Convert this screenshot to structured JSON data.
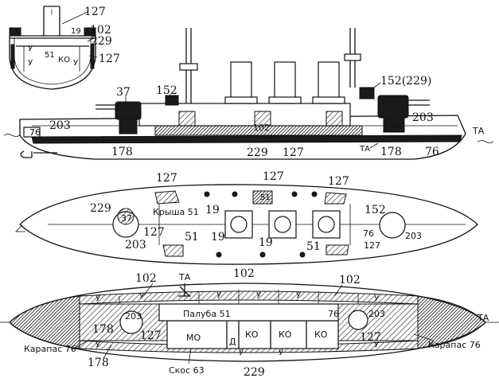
{
  "section": {
    "labels": {
      "a127": "127",
      "a19": "19",
      "a102": "102",
      "a229": "229",
      "a51": "51",
      "ko": "КО",
      "u1": "У",
      "u2": "У",
      "u3": "У",
      "b127": "127"
    }
  },
  "profile": {
    "labels": {
      "t37": "37",
      "t152": "152",
      "t152_229": "152(229)",
      "t203a": "203",
      "t76a": "76",
      "t102": "102",
      "t178a": "178",
      "t229": "229",
      "t127": "127",
      "t76b": "76",
      "t203b": "203",
      "ta_right": "ТА",
      "ta_mid": "ТА",
      "t178b": "178",
      "t76c": "76"
    }
  },
  "plan": {
    "labels": {
      "p127a": "127",
      "p127b": "127",
      "p127c": "127",
      "p51top": "51",
      "p229": "229",
      "p37": "37",
      "roof": "Крыша 51",
      "p19a": "19",
      "p152": "152",
      "p127d": "127",
      "p51b": "51",
      "p19b": "19",
      "p19c": "19",
      "p203a": "203",
      "p51c": "51",
      "p76": "76",
      "p127e": "127",
      "p203b": "203"
    }
  },
  "deck": {
    "labels": {
      "d102a": "102",
      "d_ta": "ТА",
      "d102b": "102",
      "d102c": "102",
      "u_a": "У",
      "u_b": "У",
      "u_c": "У",
      "u_d": "У",
      "u_e": "У",
      "u_f": "У",
      "d203a": "203",
      "deck51": "Палуба 51",
      "d76": "76",
      "d203b": "203",
      "d_ta_right": "ТА",
      "d178": "178",
      "d127a": "127",
      "mo": "МО",
      "d": "Д",
      "ko1": "КО",
      "ko2": "КО",
      "ko3": "КО",
      "d127b": "127",
      "carapace_l": "Карапас 76",
      "carapace_r": "Карапас 76",
      "u_g": "У",
      "u_h": "У",
      "u_i": "У",
      "u_j": "У",
      "d178b": "178",
      "slope": "Скос 63",
      "d229": "229"
    }
  }
}
